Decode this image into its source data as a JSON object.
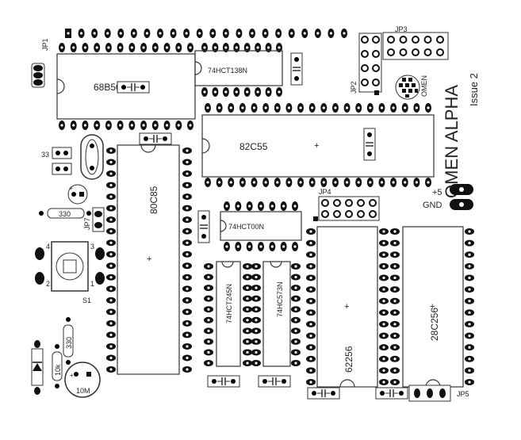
{
  "board": {
    "title": "OMEN ALPHA",
    "issue": "Issue 2",
    "logo_text": "OMEN",
    "power": {
      "plus": "+5",
      "ground": "GND"
    }
  },
  "chips": [
    {
      "id": "u_68b50",
      "name": "68B50"
    },
    {
      "id": "u_74hct138n",
      "name": "74HCT138N"
    },
    {
      "id": "u_82c55",
      "name": "82C55"
    },
    {
      "id": "u_80c85",
      "name": "80C85"
    },
    {
      "id": "u_74hct00n",
      "name": "74HCT00N"
    },
    {
      "id": "u_74hct245n",
      "name": "74HCT245N"
    },
    {
      "id": "u_74hc573n",
      "name": "74HC573N"
    },
    {
      "id": "u_62256",
      "name": "62256"
    },
    {
      "id": "u_28c256",
      "name": "28C256"
    }
  ],
  "jumpers": {
    "jp1": "JP1",
    "jp2": "JP2",
    "jp3": "JP3",
    "jp4": "JP4",
    "jp5": "JP5",
    "jp7": "JP7"
  },
  "switch": {
    "label": "S1",
    "pins": [
      "4",
      "3",
      "2",
      "1"
    ]
  },
  "resistors": {
    "r330a": "330",
    "r330b": "330",
    "r10k": "10k"
  },
  "capacitors": {
    "c33": "33",
    "c10m": "10M",
    "plus": "+"
  }
}
